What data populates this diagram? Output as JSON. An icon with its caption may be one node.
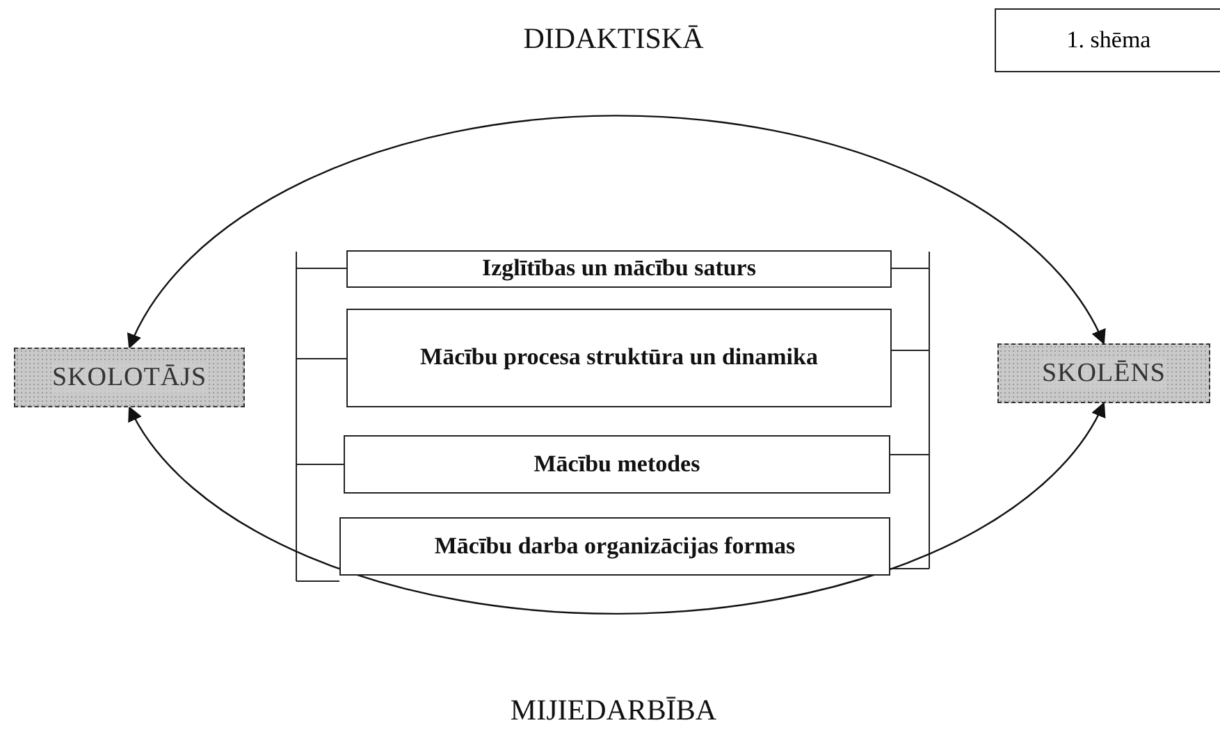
{
  "diagram": {
    "nodes": [
      {
        "text": [
          "SKOLOTĀJS"
        ]
      },
      {
        "text": [
          "SKOLĒNS"
        ]
      },
      {
        "text": [
          "Izglītības un mācību saturs"
        ]
      },
      {
        "text": [
          "Mācību procesa struktūra un dinamika"
        ]
      },
      {
        "text": [
          "Mācību metodes"
        ]
      },
      {
        "text": [
          "Mācību darba organizācijas formas"
        ]
      }
    ],
    "edges": [
      {
        "from": 0,
        "to": 1,
        "arrow": "both",
        "label": "DIDAKTISKĀ"
      },
      {
        "from": 0,
        "to": 1,
        "arrow": "both",
        "label": "MIJIEDARBĪBA"
      }
    ],
    "labels": [
      "1. shēma"
    ]
  }
}
